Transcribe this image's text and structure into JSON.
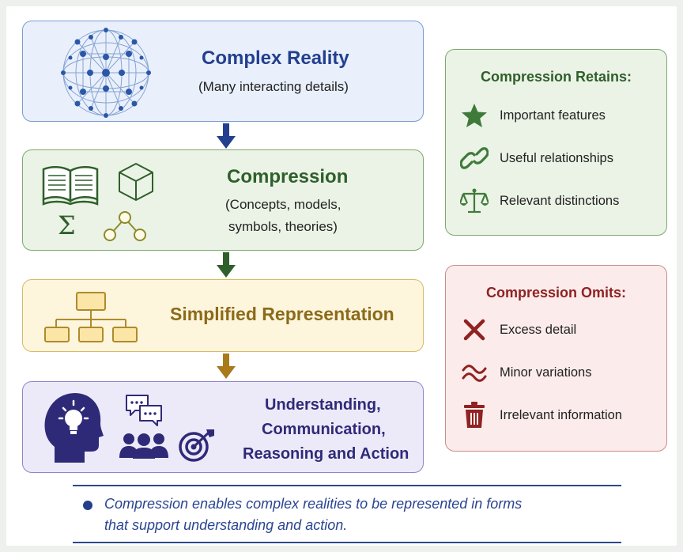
{
  "flow": {
    "reality": {
      "title": "Complex Reality",
      "subtitle": "(Many interacting details)"
    },
    "compression": {
      "title": "Compression",
      "subtitle_line1": "(Concepts, models,",
      "subtitle_line2": "symbols, theories)",
      "sigma": "Σ"
    },
    "simplified": {
      "title": "Simplified Representation"
    },
    "outcome": {
      "line1": "Understanding,",
      "line2": "Communication,",
      "line3": "Reasoning and Action"
    }
  },
  "retains": {
    "title": "Compression Retains:",
    "items": [
      {
        "label": "Important features",
        "icon": "star-icon"
      },
      {
        "label": "Useful relationships",
        "icon": "link-icon"
      },
      {
        "label": "Relevant distinctions",
        "icon": "scales-icon"
      }
    ]
  },
  "omits": {
    "title": "Compression Omits:",
    "items": [
      {
        "label": "Excess detail",
        "icon": "x-icon"
      },
      {
        "label": "Minor variations",
        "icon": "wave-icon"
      },
      {
        "label": "Irrelevant information",
        "icon": "trash-icon"
      }
    ]
  },
  "footer": {
    "line1": "Compression enables complex realities to be represented in forms",
    "line2": "that support understanding and action."
  },
  "colors": {
    "blue": "#233f8f",
    "green": "#2f5f2b",
    "gold": "#8c6a1a",
    "purple": "#2f2a78",
    "retain_accent": "#3f7a3a",
    "omit_accent": "#8f2222"
  }
}
